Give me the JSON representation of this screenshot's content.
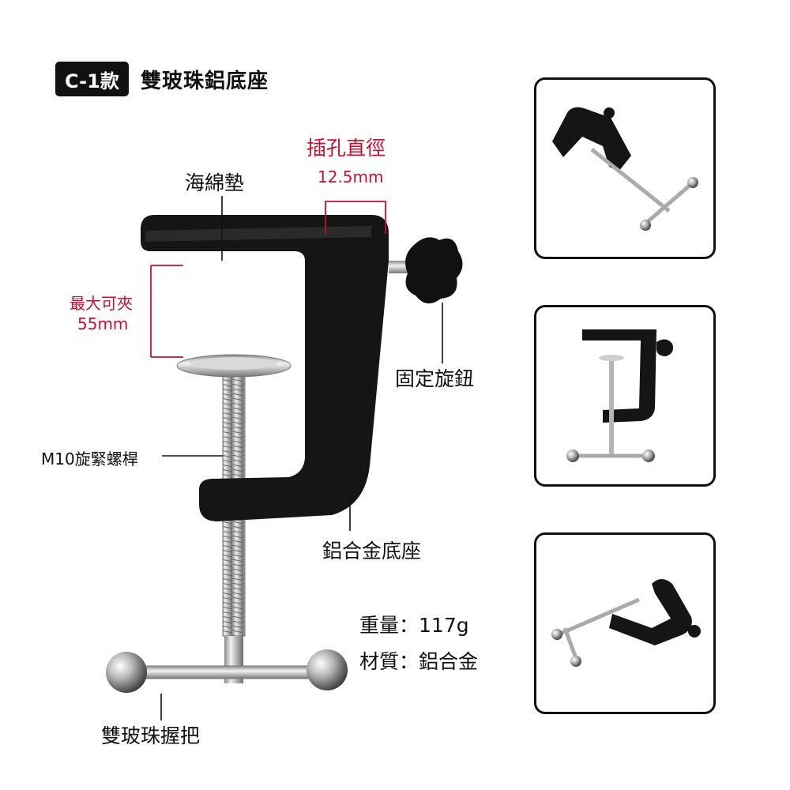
{
  "header": {
    "badge": "C-1款",
    "title": "雙玻珠鋁底座"
  },
  "labels": {
    "sponge": "海綿墊",
    "hole_title": "插孔直徑",
    "hole_value": "12.5mm",
    "clamp_title": "最大可夾",
    "clamp_value": "55mm",
    "knob": "固定旋鈕",
    "screw": "M10旋緊螺桿",
    "base": "鋁合金底座",
    "handle": "雙玻珠握把"
  },
  "specs": {
    "weight_label": "重量：",
    "weight_value": "117g",
    "material_label": "材質：",
    "material_value": "鋁合金"
  },
  "colors": {
    "accent_red": "#c8102e",
    "clamp_black": "#151515"
  }
}
